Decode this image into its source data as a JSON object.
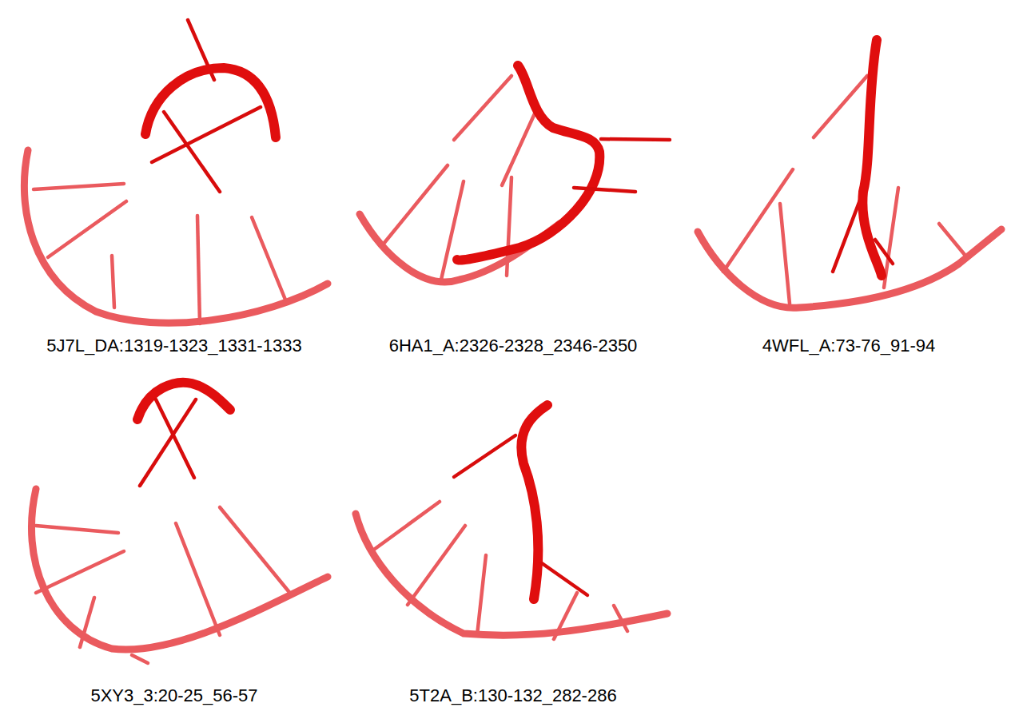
{
  "diagram": {
    "labels": [
      "5J7L_DA:1319-1323_1331-1333",
      "6HA1_A:2326-2328_2346-2350",
      "4WFL_A:73-76_91-94",
      "5XY3_3:20-25_56-57",
      "5T2A_B:130-132_282-286"
    ]
  }
}
